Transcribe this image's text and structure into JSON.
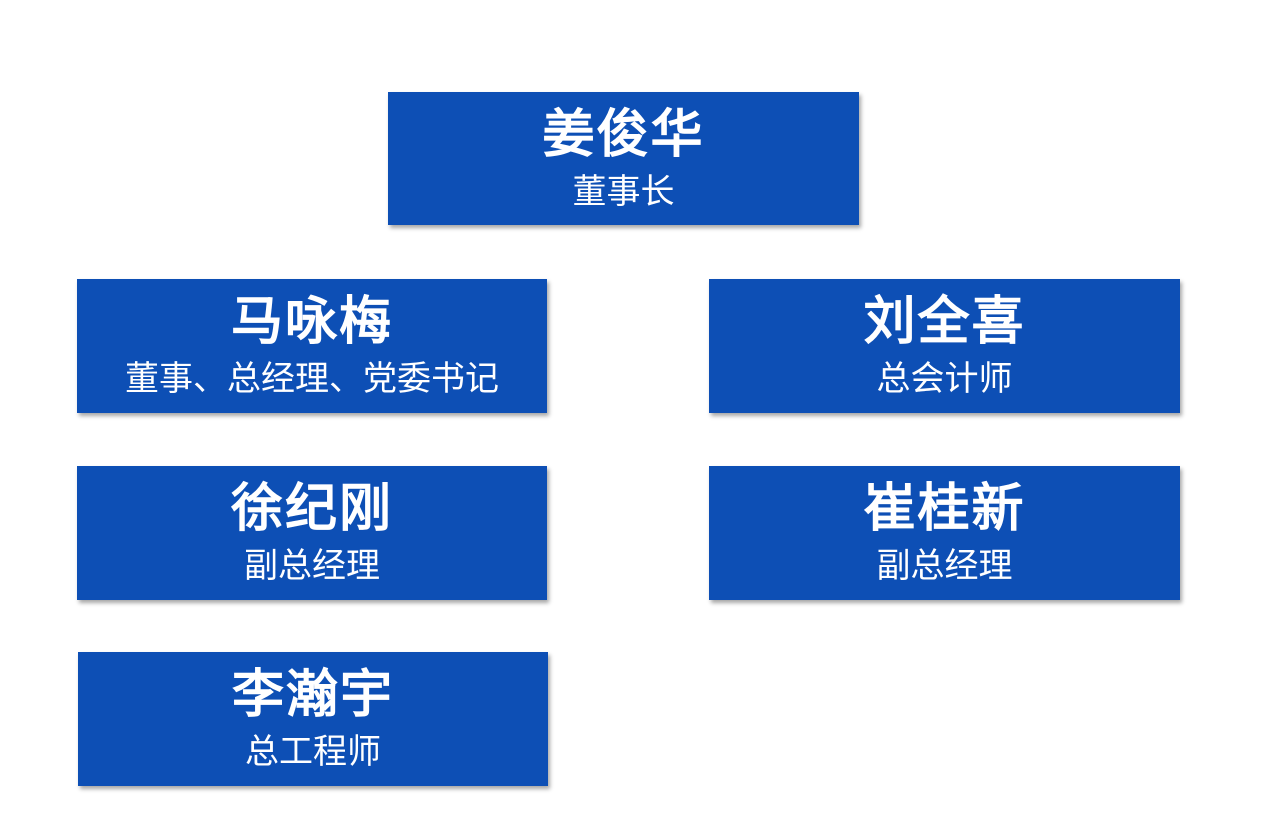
{
  "org_chart": {
    "members": [
      {
        "name": "姜俊华",
        "title": "董事长"
      },
      {
        "name": "马咏梅",
        "title": "董事、总经理、党委书记"
      },
      {
        "name": "刘全喜",
        "title": "总会计师"
      },
      {
        "name": "徐纪刚",
        "title": "副总经理"
      },
      {
        "name": "崔桂新",
        "title": "副总经理"
      },
      {
        "name": "李瀚宇",
        "title": "总工程师"
      }
    ],
    "colors": {
      "card_background": "#0d4fb5",
      "text": "#ffffff",
      "page_background": "#ffffff"
    }
  }
}
